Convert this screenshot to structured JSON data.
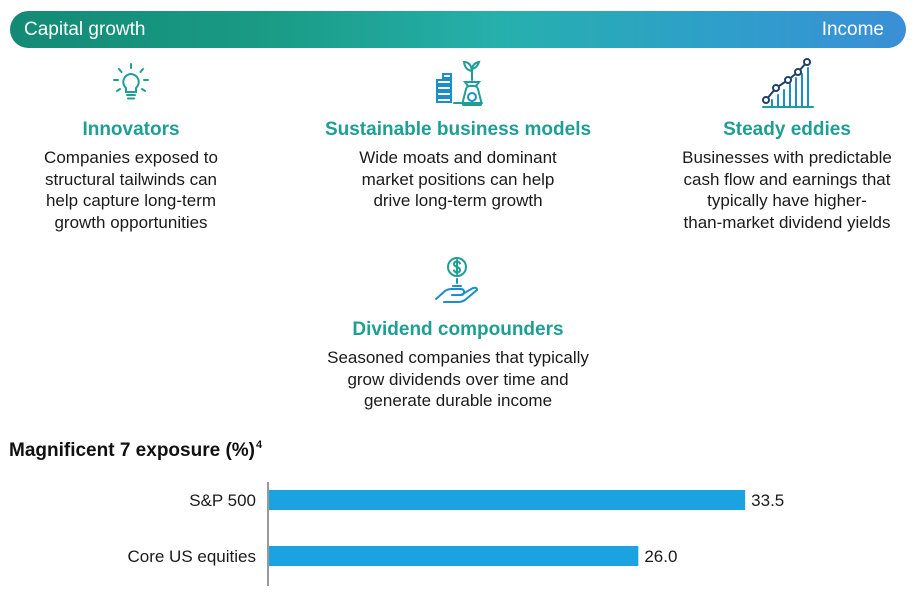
{
  "spectrum": {
    "left_label": "Capital growth",
    "right_label": "Income"
  },
  "categories": [
    {
      "id": "innovators",
      "icon": "lightbulb-icon",
      "title": "Innovators",
      "lines": [
        "Companies exposed to",
        "structural tailwinds can",
        "help capture long-term",
        "growth opportunities"
      ]
    },
    {
      "id": "sustainable",
      "icon": "money-growth-icon",
      "title": "Sustainable business models",
      "lines": [
        "Wide moats and dominant",
        "market positions can help",
        "drive long-term growth"
      ]
    },
    {
      "id": "steady",
      "icon": "line-bar-chart-icon",
      "title": "Steady eddies",
      "lines": [
        "Businesses with predictable",
        "cash flow and earnings that",
        "typically have higher-",
        "than-market dividend yields"
      ]
    },
    {
      "id": "dividend",
      "icon": "hand-coin-icon",
      "title": "Dividend compounders",
      "lines": [
        "Seasoned companies that typically",
        "grow dividends over time and",
        "generate durable income"
      ]
    }
  ],
  "colors": {
    "accent": "#1f9e94",
    "bar": "#1aa3e0",
    "gradient_start": "#138a74",
    "gradient_end": "#3a8fd6"
  },
  "chart_data": {
    "type": "bar",
    "orientation": "horizontal",
    "title": "Magnificent 7 exposure (%)",
    "title_footnote": "4",
    "categories": [
      "S&P 500",
      "Core US equities"
    ],
    "values": [
      33.5,
      26.0
    ],
    "value_labels": [
      "33.5",
      "26.0"
    ],
    "xlim": [
      0,
      41
    ],
    "grid": false,
    "legend": "none"
  }
}
